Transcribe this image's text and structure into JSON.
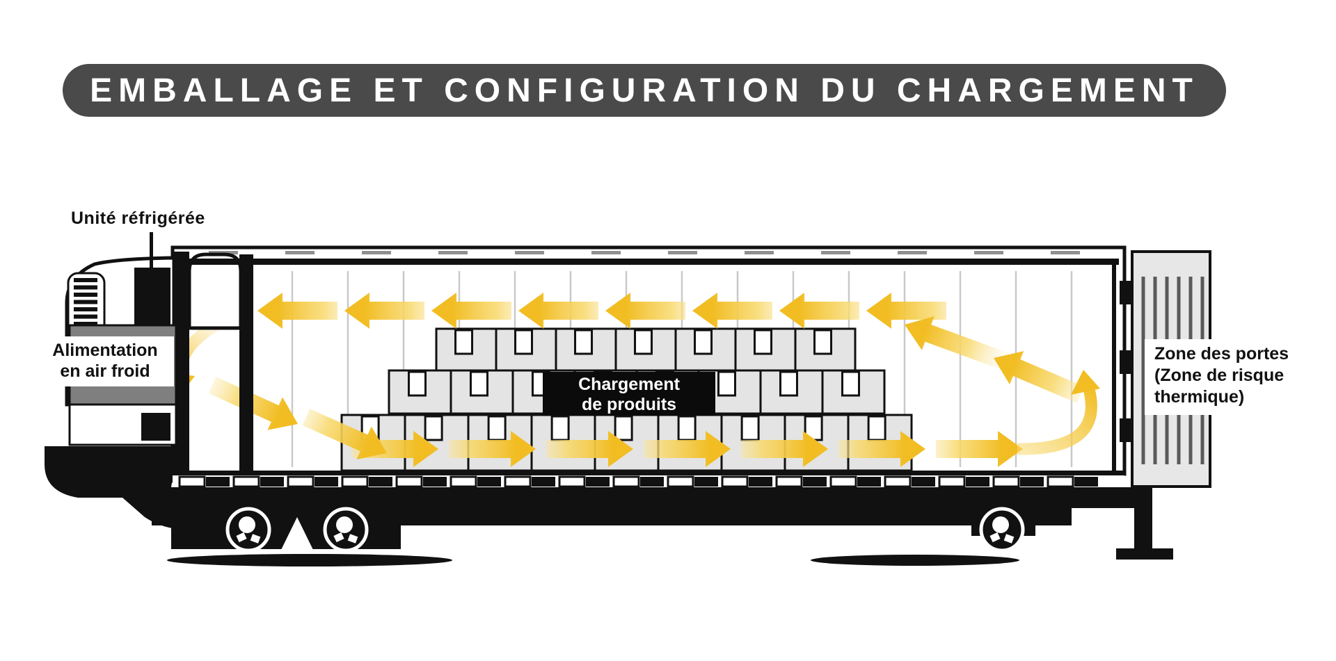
{
  "title": {
    "text": "EMBALLAGE ET CONFIGURATION DU CHARGEMENT"
  },
  "labels": {
    "refrigerated_unit": "Unité réfrigérée",
    "cold_air_supply": [
      "Alimentation",
      "en air froid"
    ],
    "cargo": [
      "Chargement",
      "de produits"
    ],
    "door_zone": [
      "Zone des portes",
      "(Zone de risque",
      "thermique)"
    ]
  },
  "colors": {
    "banner_bg": "#4a4a4b",
    "banner_text": "#ffffff",
    "ink": "#111111",
    "arrow_gold": "#F1BD23",
    "arrow_mid": "#F8D96E",
    "arrow_pale": "#FBEDBD",
    "box_fill": "#e4e4e4",
    "wall_rib": "#c9c9c9",
    "roof_tick": "#8f8f8f",
    "unit_gray": "#7f7f7f",
    "door_fill": "#e7e7e7",
    "door_rib": "#5a5a5a"
  }
}
